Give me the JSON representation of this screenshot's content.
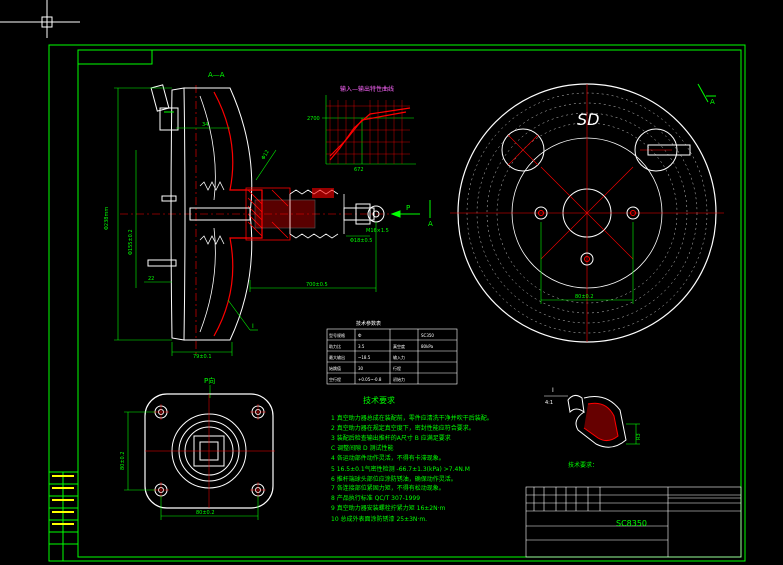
{
  "colors": {
    "background": "#000000",
    "frame": "#00ff00",
    "dimension": "#00ff00",
    "outline": "#ffffff",
    "section": "#ff0000",
    "hatch": "#ff0000",
    "chart_title": "#ff66ff",
    "note_text": "#ff6600",
    "text_yellow": "#ffff00",
    "cyan": "#00ffff",
    "magenta": "#ff00ff"
  },
  "views": {
    "section_title": "A—A",
    "top_view_title": "P向",
    "detail_title": "I",
    "detail_scale": "4:1"
  },
  "labels": {
    "arrow_p": "P",
    "arrow_a": "A",
    "arrow_a_top": "A",
    "sd_mark": "SD",
    "note_tail": "技术要求："
  },
  "dims": {
    "overall_height": "Φ238mm",
    "length_700": "700±0.5",
    "length_790": "79±0.1",
    "dia_155": "Φ155±0.2",
    "width_22": "22",
    "gap_34": "34",
    "thread": "M16×1.5",
    "pushrod": "Φ18±0.5",
    "dim_80": "80±0.2",
    "dim_side": "80±0.2",
    "dim_bottom": "80±0.2",
    "seal": "Φ12",
    "rad": "R3"
  },
  "chart_title": "输入—输出特性曲线",
  "chart_x_label": "672",
  "chart_y_label": "2700",
  "spec_table": {
    "title": "技术参数表",
    "rows": [
      [
        "型号规格",
        "Ф",
        "",
        "SC350"
      ],
      [
        "助力比",
        "3.5",
        "真空度",
        "80kPa"
      ],
      [
        "最大输出",
        "~18.5",
        "输入力",
        ""
      ],
      [
        "始跳值",
        "30",
        "行程",
        ""
      ],
      [
        "空行程",
        "+0.05~-0.8",
        "初始力",
        ""
      ]
    ]
  },
  "notes": {
    "title": "技术要求",
    "items": [
      "1  真空助力器总成在装配前，零件应清洗干净并吹干后装配。",
      "2  真空助力器在规定真空度下，密封性能应符合要求。",
      "3  装配后检查输出推杆的A尺寸      B 应满足要求",
      "   C 调整间隙               D 测试性能",
      "4  各运动部件动作灵活，不得有卡滞现象。",
      "5  16.5±0.1气密性检测    -66.7±1.3(kPa)     >7.4N.M",
      "6  推杆端球头部位应涂防锈油，确保动作灵活。",
      "7  各连接部位紧固力矩，不得有松动现象。",
      "8  产品执行标准      QC/T 307-1999",
      "9  真空助力器安装螺栓拧紧力矩         16±2N·m",
      "10 总成外表面涂防锈漆     25±3N·m."
    ]
  },
  "title_block": {
    "drawing_no": "SC8350",
    "side_labels": [
      "",
      "",
      "",
      "",
      ""
    ]
  }
}
